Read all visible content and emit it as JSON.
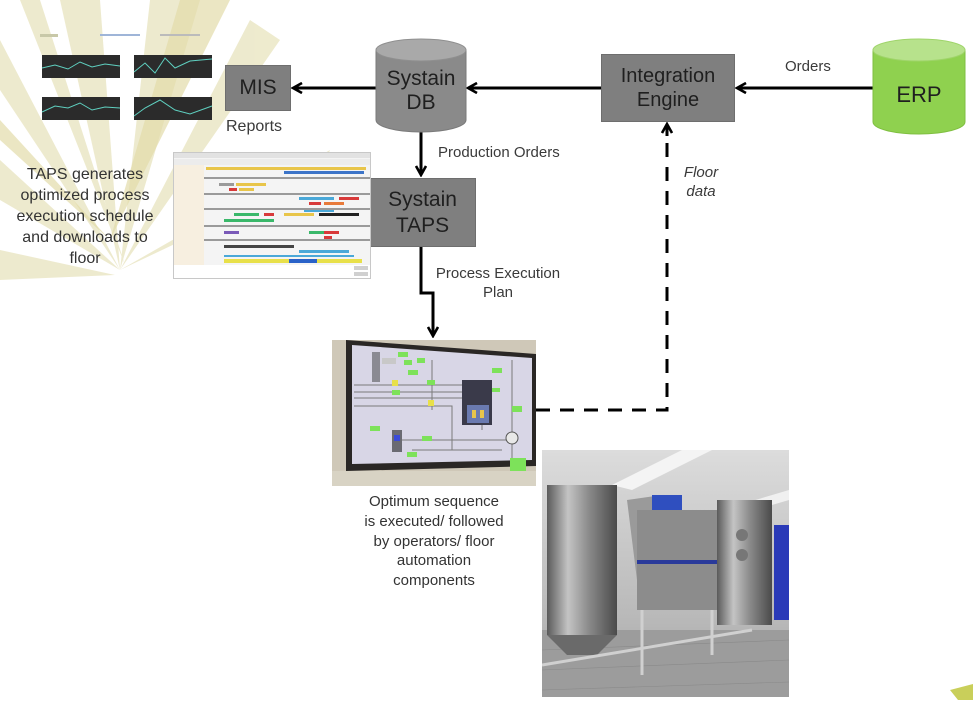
{
  "diagram": {
    "nodes": {
      "mis": {
        "label": "MIS",
        "icon": "box"
      },
      "systain_db": {
        "label_line1": "Systain",
        "label_line2": "DB",
        "icon": "database-cylinder"
      },
      "integration_engine": {
        "label_line1": "Integration",
        "label_line2": "Engine",
        "icon": "box"
      },
      "erp": {
        "label": "ERP",
        "icon": "database-cylinder"
      },
      "systain_taps": {
        "label_line1": "Systain",
        "label_line2": "TAPS",
        "icon": "box"
      }
    },
    "edge_labels": {
      "orders": "Orders",
      "reports": "Reports",
      "production_orders": "Production Orders",
      "process_execution_plan_line1": "Process Execution",
      "process_execution_plan_line2": "Plan",
      "floor_data_line1": "Floor",
      "floor_data_line2": "data"
    },
    "captions": {
      "taps": [
        "TAPS generates",
        "optimized process",
        "execution schedule",
        "and downloads to",
        "floor"
      ],
      "operators": [
        "Optimum sequence",
        "is executed/ followed",
        "by operators/ floor",
        "automation",
        "components"
      ]
    },
    "images": {
      "reports_thumbnail": "reports-charts-image",
      "taps_screenshot": "taps-gantt-schedule-image",
      "hmi_monitor": "hmi-monitor-photo",
      "plant_equipment": "plant-equipment-photo"
    },
    "colors": {
      "box_fill": "#7f7f7f",
      "cylinder_grey": "#8a8a8a",
      "cylinder_green": "#8fd14f",
      "arrow": "#000000",
      "background_deco": "#e9e5c4"
    }
  }
}
